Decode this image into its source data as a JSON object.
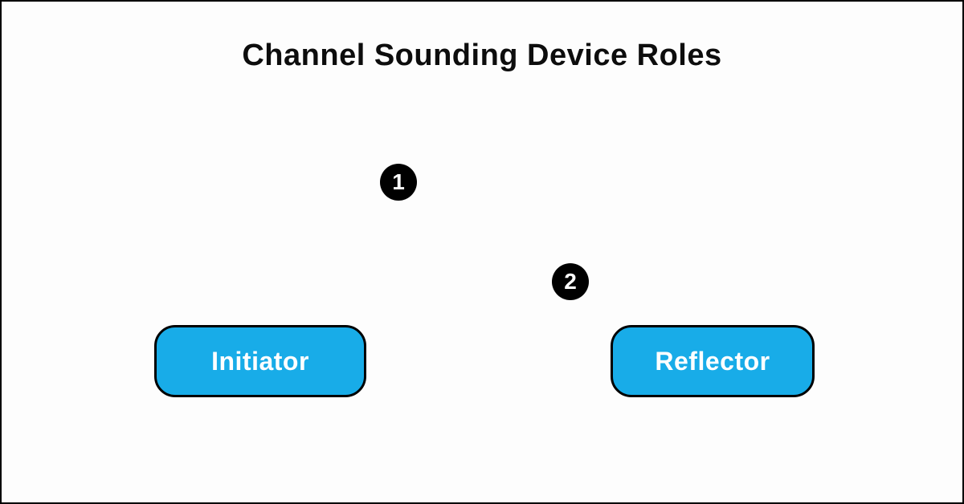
{
  "title": "Channel Sounding Device Roles",
  "markers": [
    {
      "label": "1"
    },
    {
      "label": "2"
    }
  ],
  "devices": [
    {
      "label": "Initiator"
    },
    {
      "label": "Reflector"
    }
  ],
  "colors": {
    "background": "#fdfdfd",
    "frame_border": "#000000",
    "device_fill": "#18ace8",
    "device_border": "#000000",
    "device_text": "#ffffff",
    "marker_fill": "#000000",
    "marker_text": "#ffffff"
  }
}
